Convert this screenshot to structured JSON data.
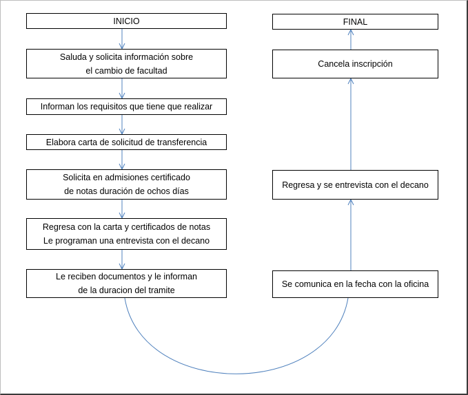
{
  "left_column": [
    {
      "id": "inicio",
      "text": "INICIO"
    },
    {
      "id": "saluda",
      "text": "Saluda y solicita información sobre\nel cambio de facultad"
    },
    {
      "id": "informan",
      "text": "Informan los requisitos que tiene que realizar"
    },
    {
      "id": "elabora",
      "text": "Elabora carta de solicitud de transferencia"
    },
    {
      "id": "solicita",
      "text": "Solicita en admisiones certificado\nde notas duración de ochos días"
    },
    {
      "id": "regresa-carta",
      "text": "Regresa con la carta y certificados de notas\nLe programan una entrevista con el decano"
    },
    {
      "id": "reciben",
      "text": "Le reciben documentos y le informan\nde la duracion del tramite"
    }
  ],
  "right_column": [
    {
      "id": "final",
      "text": "FINAL"
    },
    {
      "id": "cancela",
      "text": "Cancela inscripción"
    },
    {
      "id": "regresa-decano",
      "text": "Regresa y se entrevista con el decano"
    },
    {
      "id": "comunica",
      "text": "Se comunica en la fecha con la oficina"
    }
  ],
  "colors": {
    "box_border": "#000000",
    "arrow": "#4f81bd"
  }
}
